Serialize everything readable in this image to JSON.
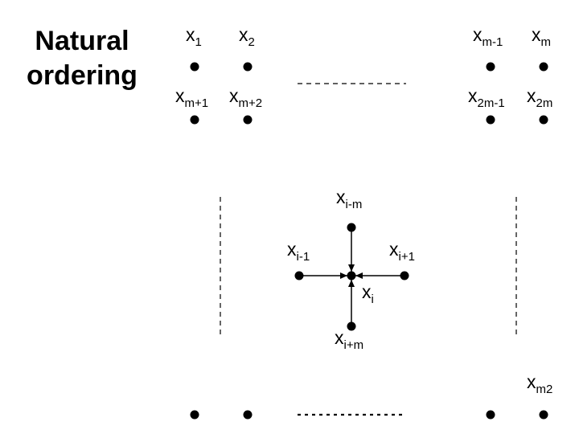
{
  "title": [
    "Natural",
    "ordering"
  ],
  "nodes": [
    {
      "id": "x1",
      "base": "x",
      "sub": "1"
    },
    {
      "id": "x2",
      "base": "x",
      "sub": "2"
    },
    {
      "id": "x_m-1",
      "base": "x",
      "sub": "m-1"
    },
    {
      "id": "x_m",
      "base": "x",
      "sub": "m"
    },
    {
      "id": "x_m+1",
      "base": "x",
      "sub": "m+1"
    },
    {
      "id": "x_m+2",
      "base": "x",
      "sub": "m+2"
    },
    {
      "id": "x_2m-1",
      "base": "x",
      "sub": "2m-1"
    },
    {
      "id": "x_2m",
      "base": "x",
      "sub": "2m"
    },
    {
      "id": "x_i-m",
      "base": "x",
      "sub": "i-m"
    },
    {
      "id": "x_i-1",
      "base": "x",
      "sub": "i-1"
    },
    {
      "id": "x_i+1",
      "base": "x",
      "sub": "i+1"
    },
    {
      "id": "x_i",
      "base": "x",
      "sub": "i"
    },
    {
      "id": "x_i+m",
      "base": "x",
      "sub": "i+m"
    },
    {
      "id": "x_m2",
      "base": "x",
      "sub": "m2"
    }
  ],
  "edges": [
    {
      "from": "x_i-m",
      "to": "x_i"
    },
    {
      "from": "x_i-1",
      "to": "x_i"
    },
    {
      "from": "x_i+1",
      "to": "x_i"
    },
    {
      "from": "x_i+m",
      "to": "x_i"
    }
  ],
  "colors": {
    "ink": "#000000",
    "background": "#ffffff"
  }
}
